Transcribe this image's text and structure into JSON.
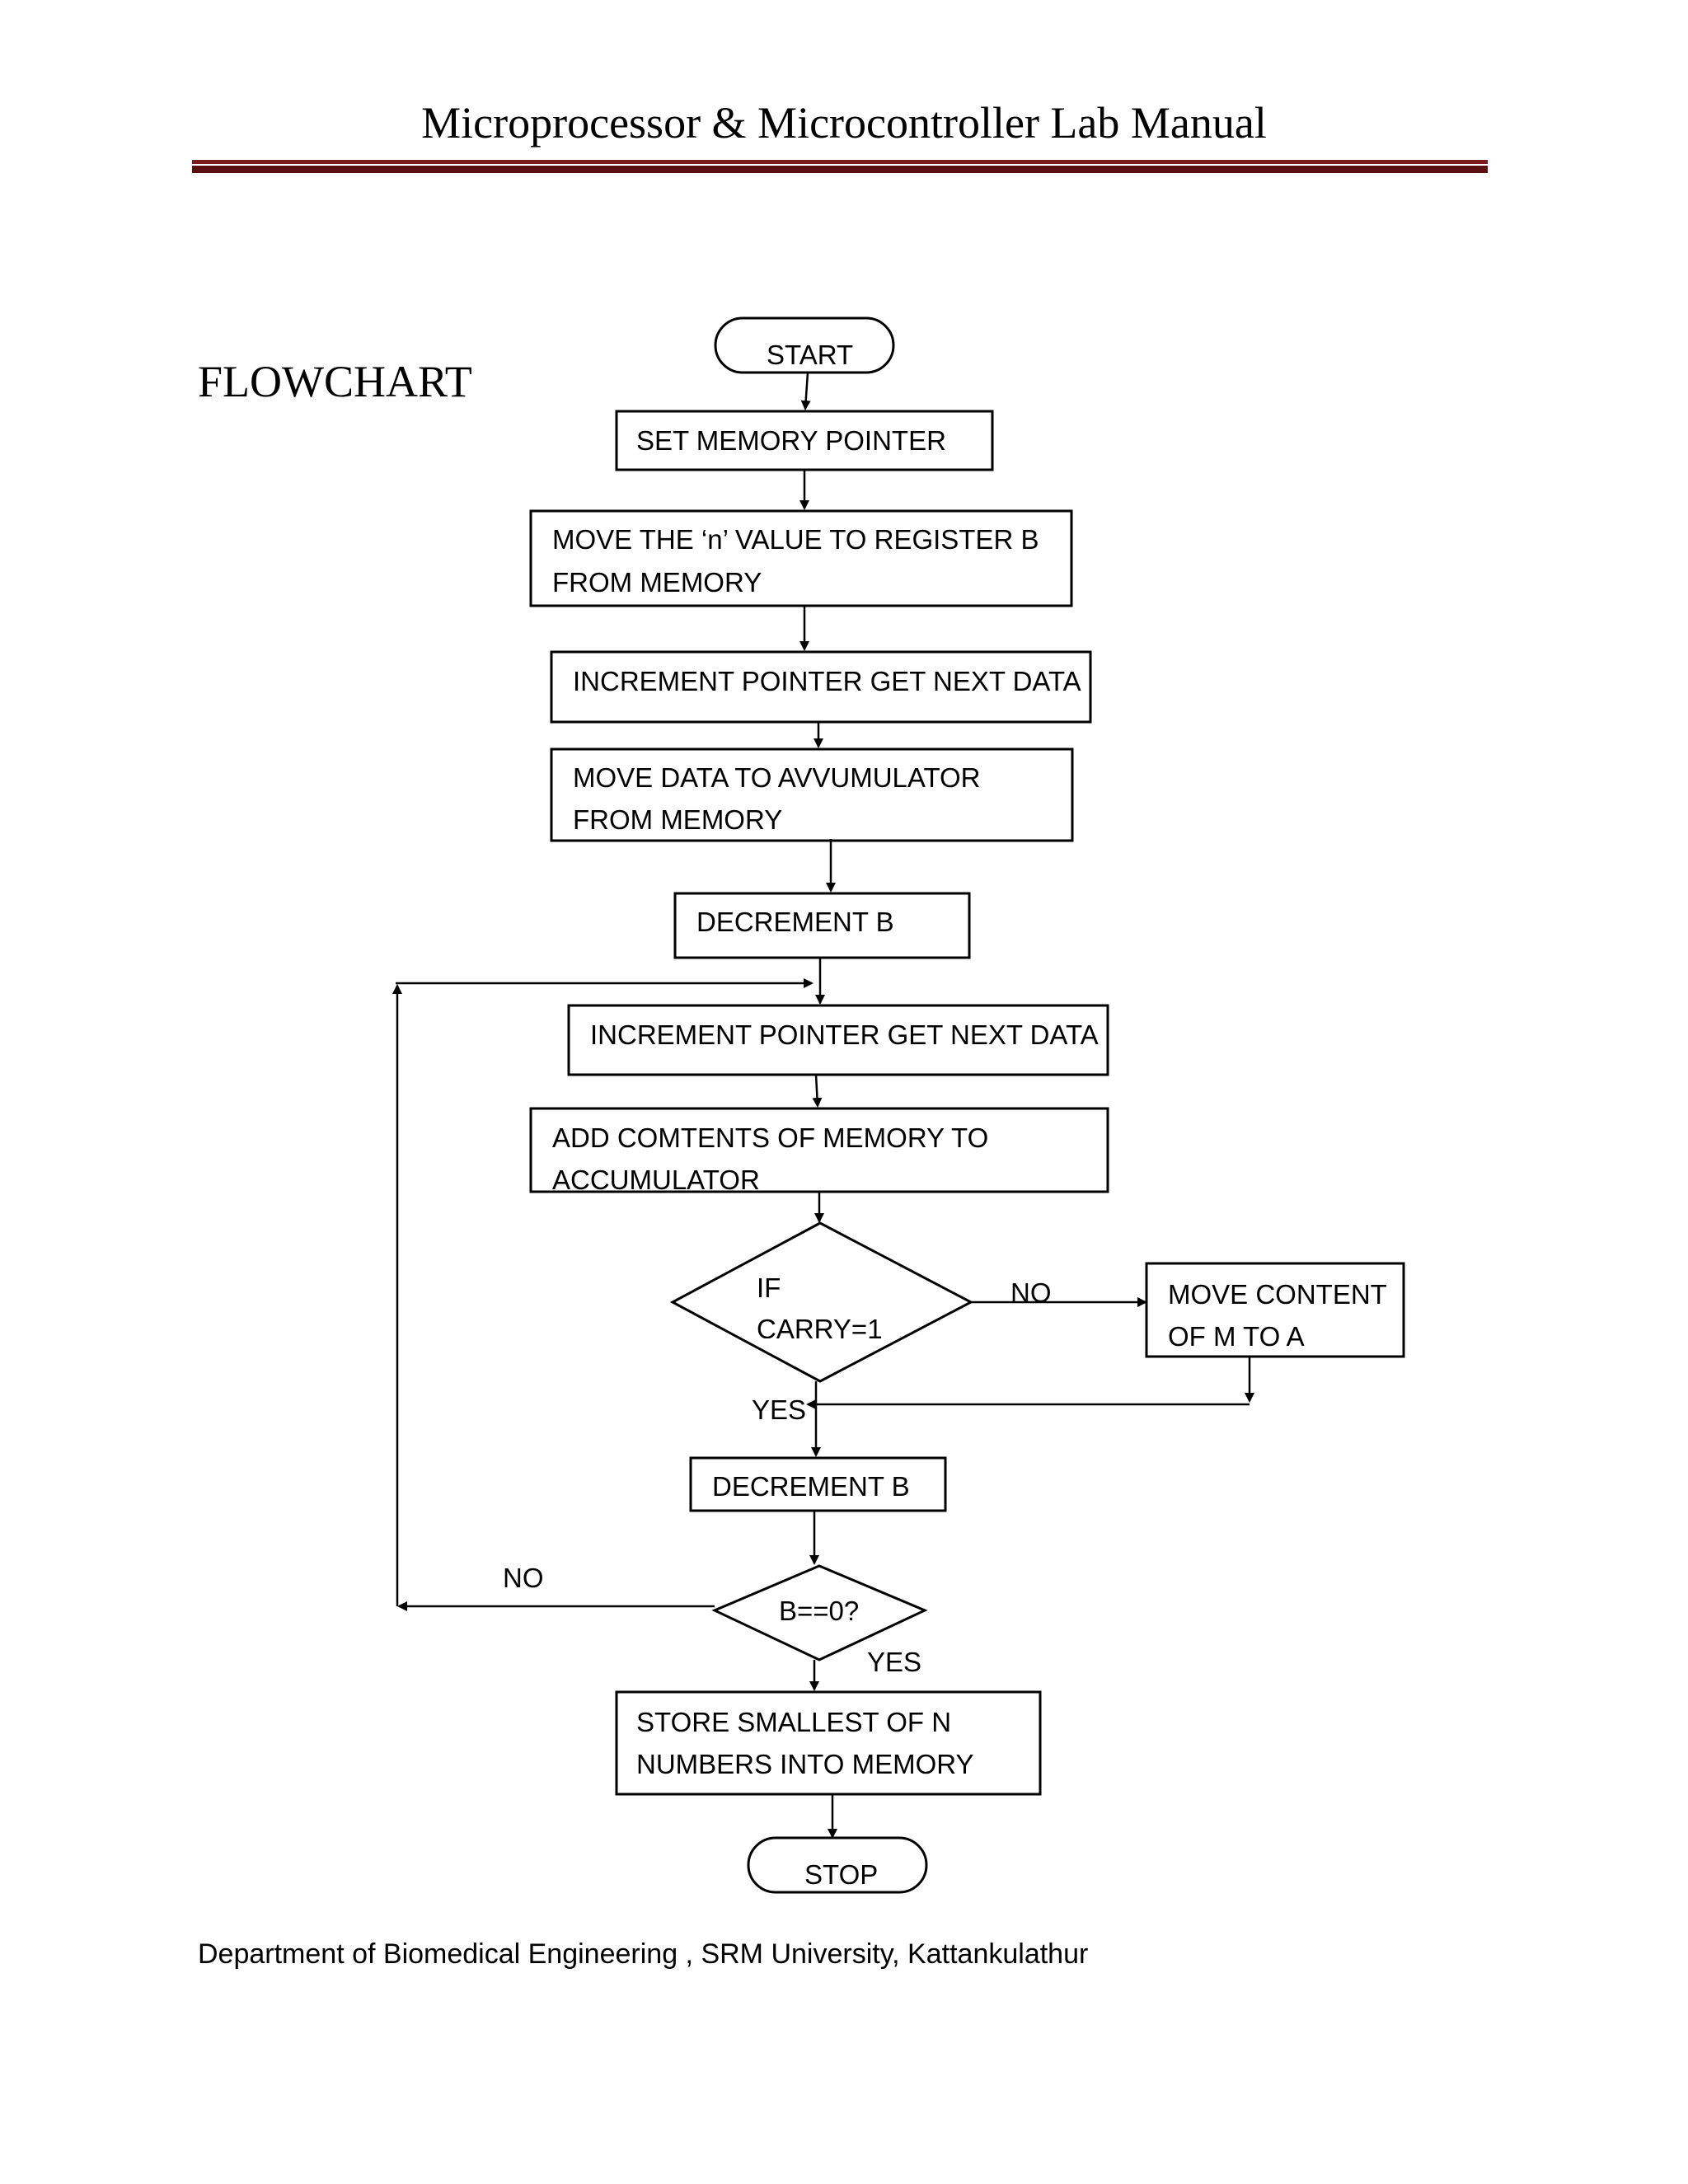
{
  "header": {
    "title": "Microprocessor & Microcontroller Lab Manual",
    "rule_colors": [
      "#7a1c1c",
      "#5a1010"
    ]
  },
  "section": {
    "title": "FLOWCHART"
  },
  "flowchart": {
    "start": "START",
    "set_memory_pointer": "SET MEMORY POINTER",
    "move_n_line1": "MOVE THE ‘n’ VALUE TO REGISTER B",
    "move_n_line2": "FROM MEMORY",
    "increment_pointer_1": "INCREMENT POINTER GET NEXT DATA",
    "move_data_line1": "MOVE DATA TO AVVUMULATOR",
    "move_data_line2": "FROM MEMORY",
    "decrement_b_1": "DECREMENT B",
    "increment_pointer_2": "INCREMENT POINTER GET NEXT DATA",
    "add_line1": "ADD COMTENTS OF MEMORY TO",
    "add_line2": "ACCUMULATOR",
    "carry_line1": "IF",
    "carry_line2": "CARRY=1",
    "carry_no": "NO",
    "carry_yes": "YES",
    "move_content_line1": "MOVE CONTENT",
    "move_content_line2": "OF M TO A",
    "decrement_b_2": "DECREMENT B",
    "b_zero": "B==0?",
    "b_zero_no": "NO",
    "b_zero_yes": "YES",
    "store_line1": "STORE SMALLEST OF N",
    "store_line2": "NUMBERS INTO MEMORY",
    "stop": "STOP"
  },
  "footer": {
    "text": "Department of Biomedical Engineering , SRM University, Kattankulathur"
  }
}
